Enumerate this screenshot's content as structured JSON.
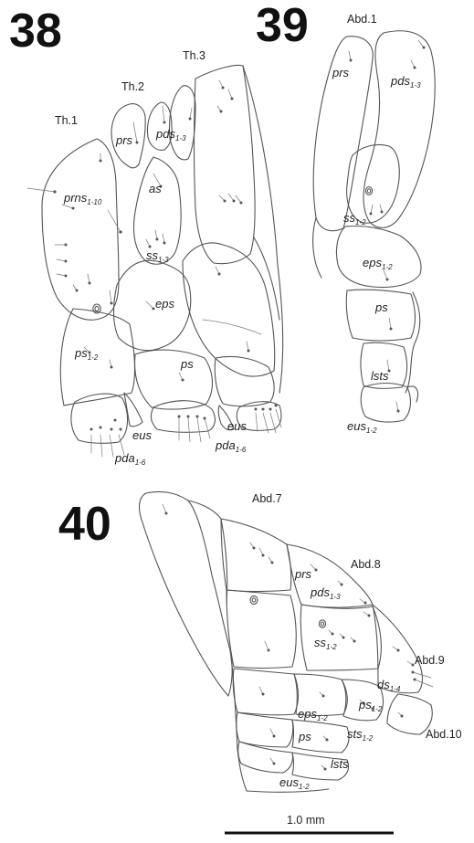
{
  "figures": {
    "fig38": {
      "number": "38",
      "labels": {
        "th1": "Th.1",
        "th2": "Th.2",
        "th3": "Th.3",
        "prs": "prs",
        "pds": "pds",
        "pds_sub": "1-3",
        "as": "as",
        "prns": "prns",
        "prns_sub": "1-10",
        "ss": "ss",
        "ss_sub": "1-3",
        "eps": "eps",
        "ps12": "ps",
        "ps12_sub": "1-2",
        "ps": "ps",
        "eus_left": "eus",
        "eus_right": "eus",
        "pda_left": "pda",
        "pda_left_sub": "1-6",
        "pda_right": "pda",
        "pda_right_sub": "1-6"
      }
    },
    "fig39": {
      "number": "39",
      "labels": {
        "abd1": "Abd.1",
        "prs": "prs",
        "pds": "pds",
        "pds_sub": "1-3",
        "ss": "ss",
        "ss_sub": "1-2",
        "eps": "eps",
        "eps_sub": "1-2",
        "ps": "ps",
        "lsts": "lsts",
        "eus": "eus",
        "eus_sub": "1-2"
      }
    },
    "fig40": {
      "number": "40",
      "labels": {
        "abd7": "Abd.7",
        "abd8": "Abd.8",
        "abd9": "Abd.9",
        "abd10": "Abd.10",
        "prs": "prs",
        "pds": "pds",
        "pds_sub": "1-3",
        "ss": "ss",
        "ss_sub": "1-2",
        "ds": "ds",
        "ds_sub": "1-4",
        "ps12": "ps",
        "ps12_sub": "1-2",
        "eps": "eps",
        "eps_sub": "1-2",
        "sts": "sts",
        "sts_sub": "1-2",
        "ps": "ps",
        "lsts": "lsts",
        "eus": "eus",
        "eus_sub": "1-2"
      }
    }
  },
  "scale_bar": {
    "label": "1.0 mm"
  }
}
